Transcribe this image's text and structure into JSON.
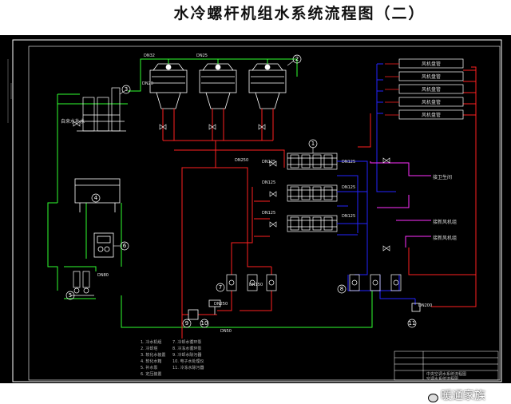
{
  "title": "水冷螺杆机组水系统流程图（二）",
  "watermark": "暖通家族",
  "colors": {
    "background": "#000000",
    "chilled_supply": "#ff2020",
    "chilled_return": "#2020ff",
    "cooling_water": "#30ff30",
    "condensate": "#ff20ff",
    "equipment": "#ffffff"
  },
  "equipment_numbers": [
    "1",
    "2",
    "3",
    "4",
    "5",
    "6",
    "7",
    "8",
    "9",
    "10",
    "11"
  ],
  "pipe_labels": {
    "dn32": "DN32",
    "dn25": "DN25",
    "dn20": "DN20",
    "dn125": "DN125",
    "dn250": "DN250",
    "dn150": "DN150",
    "dn200": "DN200",
    "dn50": "DN50",
    "dn80": "DN80"
  },
  "fan_coils": [
    "风机盘管",
    "风机盘管",
    "风机盘管",
    "风机盘管",
    "风机盘管"
  ],
  "side_notes": [
    "自来水补水",
    "接卫生间",
    "接新风机组",
    "接新风机组"
  ],
  "legend": [
    "1. 冷水机组",
    "2. 冷却塔",
    "3. 软化水装置",
    "4. 软化水箱",
    "5. 补水泵",
    "6. 定压装置",
    "7. 冷却水循环泵",
    "8. 冷冻水循环泵",
    "9. 冷却水除污器",
    "10. 电子水处理仪",
    "11. 冷冻水除污器"
  ],
  "title_block": [
    "中央空调水系统流程图",
    "空调水系统流程图"
  ]
}
